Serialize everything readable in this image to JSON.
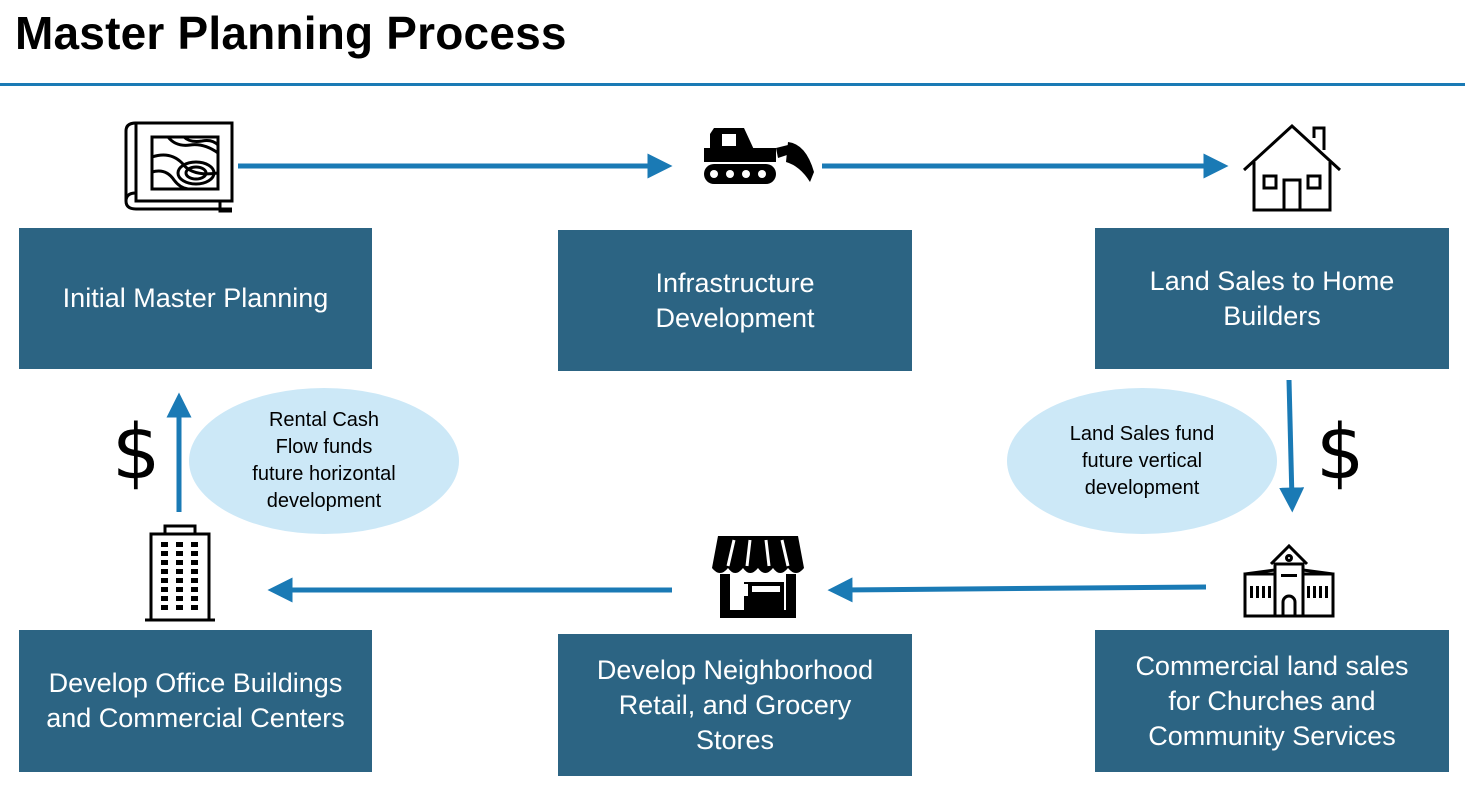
{
  "title": "Master Planning Process",
  "colors": {
    "box": "#2c6483",
    "arrow": "#1a7ab5",
    "ellipse": "#cce8f7",
    "rule": "#1a7ab5"
  },
  "steps": [
    {
      "label": "Initial Master Planning",
      "icon": "blueprint-map-icon"
    },
    {
      "label": "Infrastructure\nDevelopment",
      "icon": "bulldozer-icon"
    },
    {
      "label": "Land Sales to Home\nBuilders",
      "icon": "house-icon"
    },
    {
      "label": "Commercial land sales\nfor Churches and\nCommunity Services",
      "icon": "civic-building-icon"
    },
    {
      "label": "Develop Neighborhood\nRetail, and Grocery\nStores",
      "icon": "storefront-icon"
    },
    {
      "label": "Develop Office Buildings\nand Commercial Centers",
      "icon": "office-tower-icon"
    }
  ],
  "notes": {
    "left": "Rental Cash\nFlow funds\nfuture horizontal\ndevelopment",
    "right": "Land Sales fund\nfuture vertical\ndevelopment"
  },
  "dollar_symbol": "$"
}
